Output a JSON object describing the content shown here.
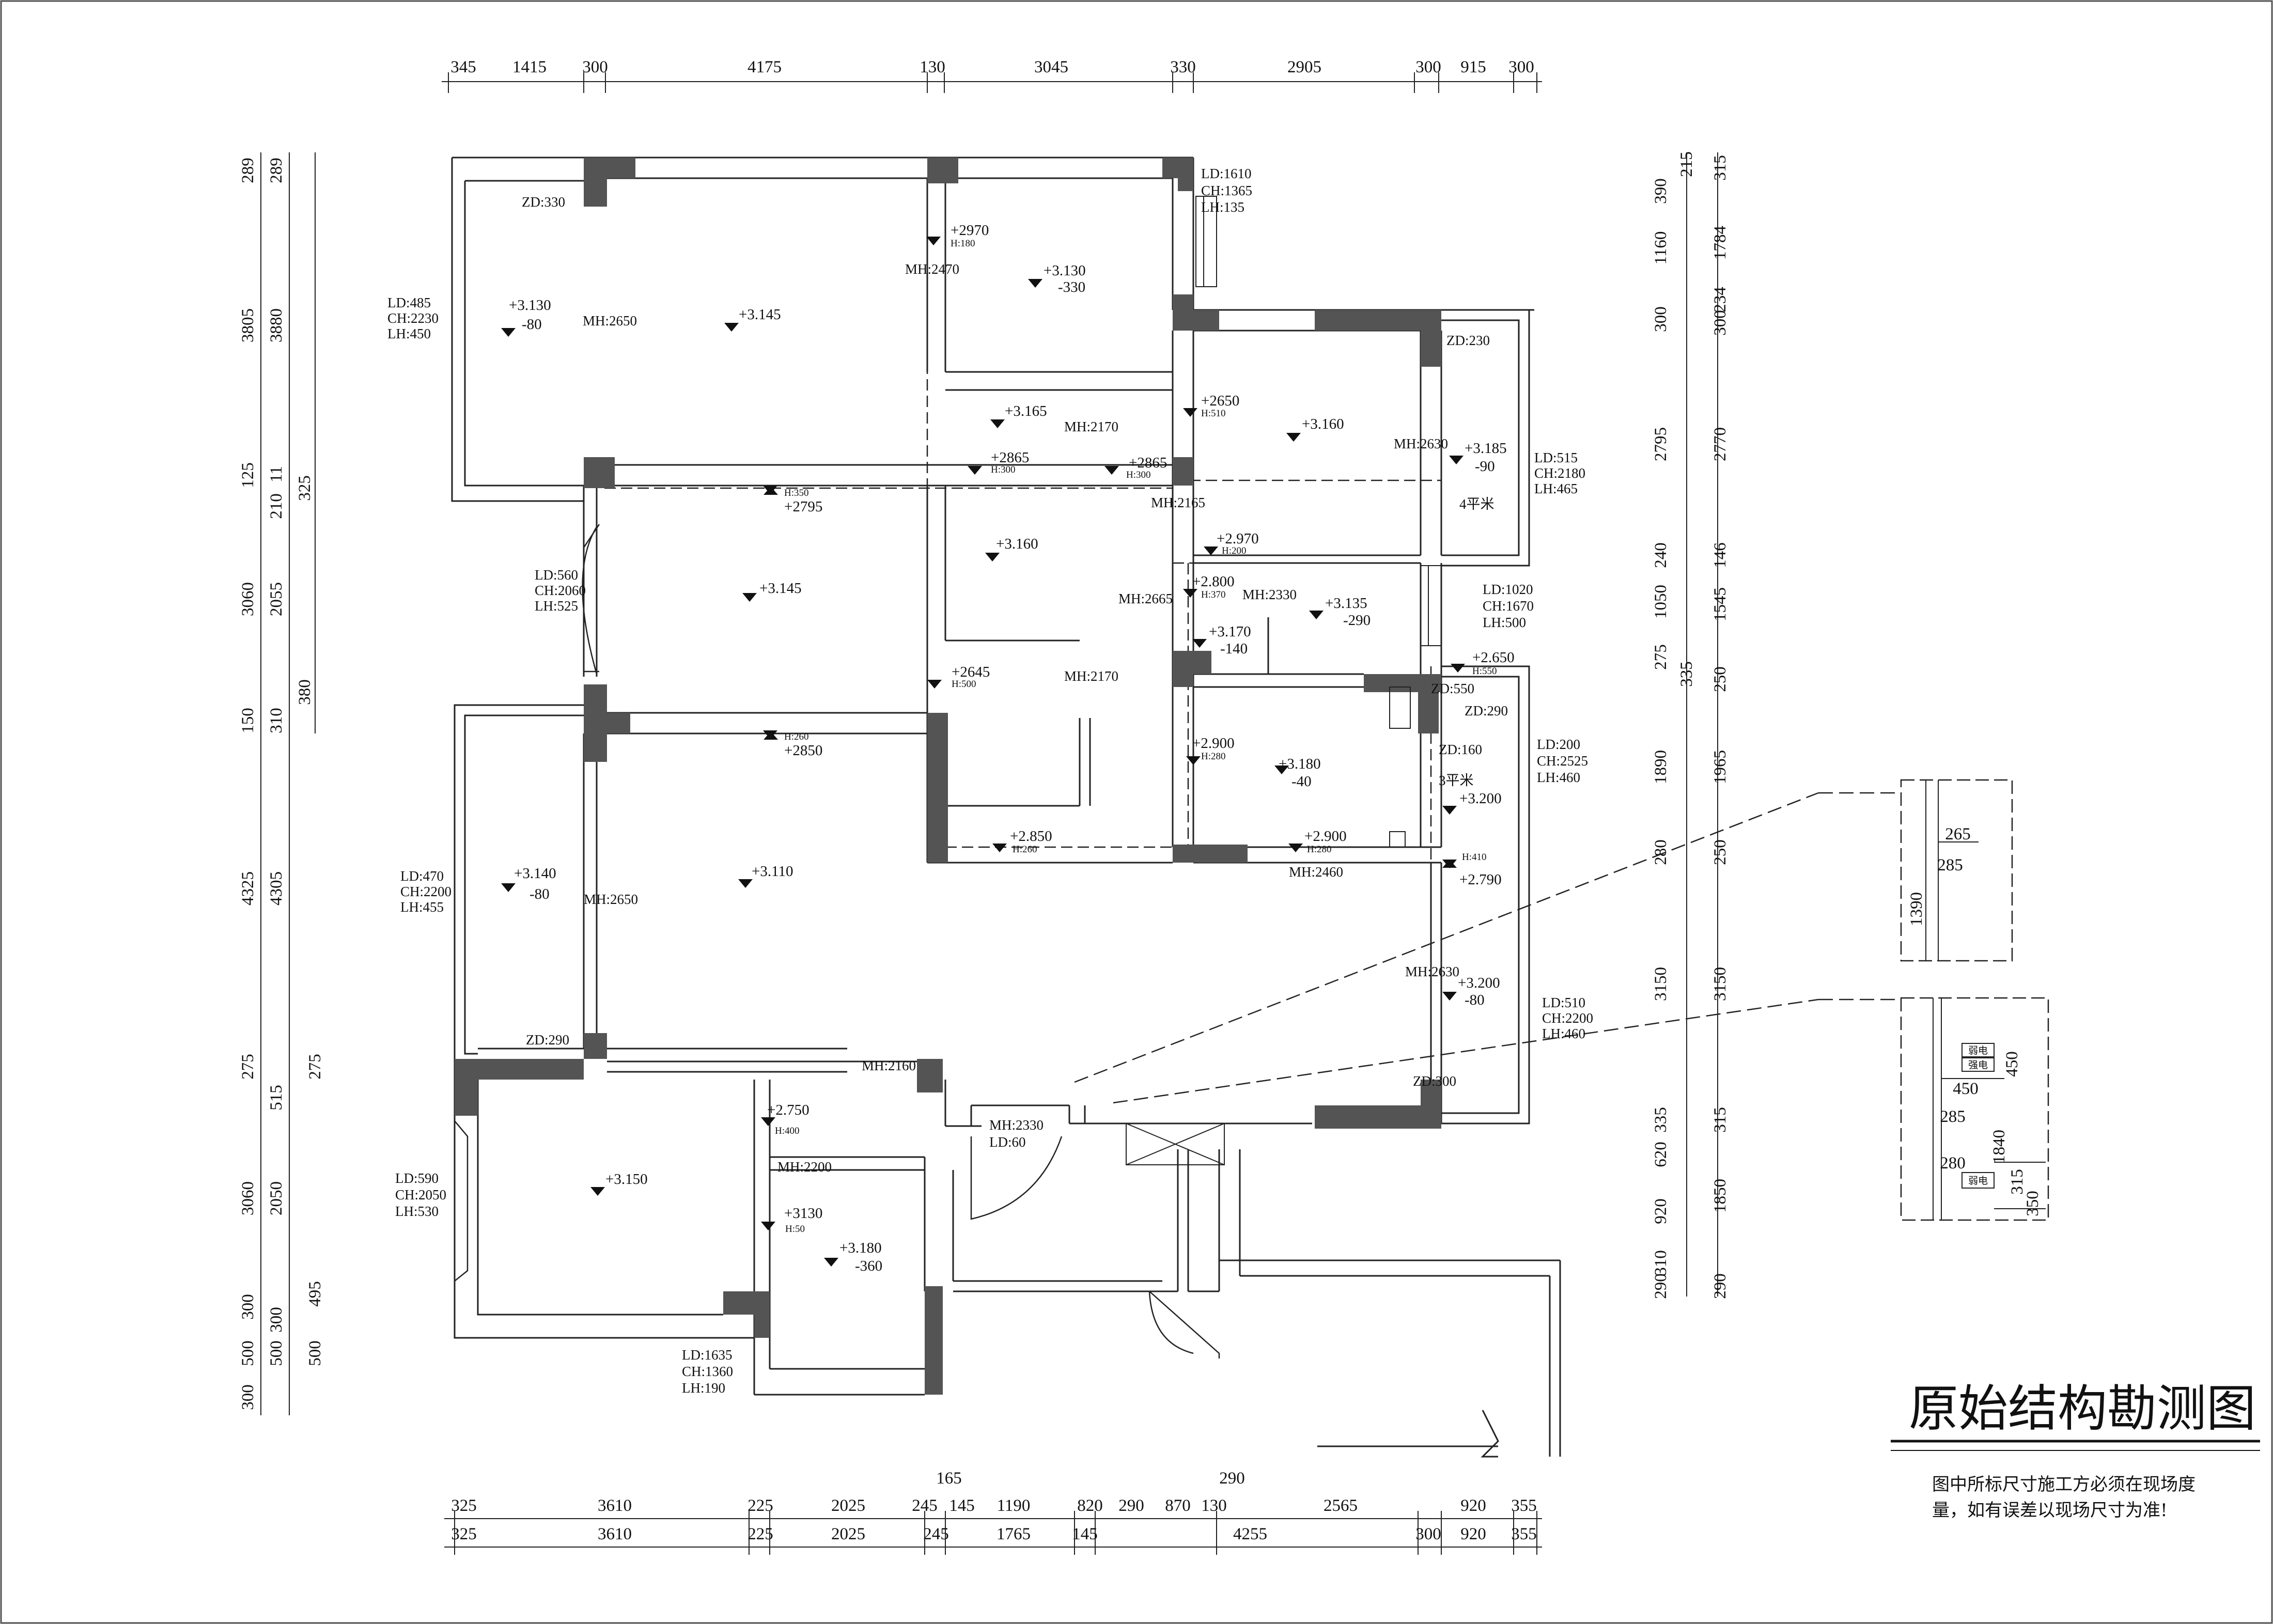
{
  "title": "原始结构勘测图",
  "note_lines": [
    "图中所标尺寸施工方必须在现场度",
    "量，如有误差以现场尺寸为准!"
  ],
  "dims": {
    "top": [
      "345",
      "1415",
      "300",
      "4175",
      "130",
      "3045",
      "330",
      "2905",
      "300",
      "915",
      "300"
    ],
    "bottom_inner": [
      "325",
      "3610",
      "225",
      "2025",
      "245",
      "145",
      "1190",
      "820",
      "290",
      "870",
      "130",
      "2565",
      "920",
      "355"
    ],
    "bottom_outer": [
      "325",
      "3610",
      "225",
      "2025",
      "245",
      "1765",
      "145",
      "4255",
      "300",
      "920",
      "355"
    ],
    "bottom_extra": [
      "165",
      "290"
    ],
    "left_outer": [
      "3805",
      "125",
      "3060",
      "150",
      "4325",
      "275",
      "3060",
      "300",
      "500",
      "300"
    ],
    "left_inner": [
      "289",
      "3880",
      "11",
      "210",
      "2055",
      "310",
      "4305",
      "515",
      "2050",
      "300",
      "500"
    ],
    "left_extra": [
      "289",
      "325",
      "380",
      "275",
      "495",
      "500"
    ],
    "right_inner": [
      "390",
      "1160",
      "300",
      "2795",
      "240",
      "1050",
      "275",
      "1890",
      "280",
      "3150",
      "335",
      "620",
      "920",
      "310",
      "290"
    ],
    "right_outer": [
      "315",
      "1784",
      "234",
      "300",
      "2770",
      "146",
      "1545",
      "250",
      "1965",
      "250",
      "3150",
      "315",
      "1850",
      "290"
    ],
    "right_first": [
      "215"
    ],
    "right_mid": [
      "335"
    ]
  },
  "room_labels": {
    "zd_330": "ZD:330",
    "mh_2650_a": "MH:2650",
    "lv_3145_a": "+3.145",
    "lv_3130_a": "+3.130",
    "lv_m80_a": "-80",
    "ld_485": "LD:485",
    "ch_2230": "CH:2230",
    "lh_450": "LH:450",
    "lv_2970_a": "+2970",
    "h_180": "H:180",
    "mh_2470": "MH:2470",
    "lv_3130_b": "+3.130",
    "lv_m330": "-330",
    "ld_1610": "LD:1610",
    "ch_1365": "CH:1365",
    "lh_135": "LH:135",
    "lv_3165": "+3.165",
    "mh_2170_a": "MH:2170",
    "lv_2865_a": "+2865",
    "h_300_a": "H:300",
    "lv_2865_b": "+2865",
    "h_300_b": "H:300",
    "lv_2650": "+2650",
    "h_510": "H:510",
    "lv_3160_a": "+3.160",
    "zd_230": "ZD:230",
    "mh_2630_a": "MH:2630",
    "lv_3185": "+3.185",
    "lv_m90": "-90",
    "ld_515": "LD:515",
    "ch_2180": "CH:2180",
    "lh_465": "LH:465",
    "area_4": "4平米",
    "h_350": "H:350",
    "lv_2795": "+2795",
    "mh_2165": "MH:2165",
    "lv_3160_b": "+3.160",
    "ld_560": "LD:560",
    "ch_2060": "CH:2060",
    "lh_525": "LH:525",
    "lv_3145_b": "+3.145",
    "lv_2970_b": "+2.970",
    "h_200_b": "H:200",
    "lv_2800": "+2.800",
    "h_370": "H:370",
    "mh_2330_a": "MH:2330",
    "mh_2665": "MH:2665",
    "lv_3135": "+3.135",
    "lv_m290": "-290",
    "ld_1020": "LD:1020",
    "ch_1670": "CH:1670",
    "lh_500_a": "LH:500",
    "lv_3170": "+3.170",
    "lv_m140": "-140",
    "lv_2645": "+2645",
    "h_500": "H:500",
    "mh_2170_b": "MH:2170",
    "lv_2650_b": "+2.650",
    "h_550": "H:550",
    "zd_550": "ZD:550",
    "zd_290_a": "ZD:290",
    "h_260_a": "H:260",
    "lv_2850_a": "+2850",
    "lv_2900_a": "+2.900",
    "h_280_a": "H:280",
    "lv_3180_a": "+3.180",
    "lv_m40": "-40",
    "zd_160": "ZD:160",
    "area_3": "3平米",
    "lv_3200_a": "+3.200",
    "ld_200": "LD:200",
    "ch_2525": "CH:2525",
    "lh_460_a": "LH:460",
    "lv_2850_b": "+2.850",
    "h_260_b": "H:260",
    "lv_2900_b": "+2.900",
    "h_280_b": "H:280",
    "mh_2460": "MH:2460",
    "h_410": "H:410",
    "lv_2790": "+2.790",
    "ld_470": "LD:470",
    "ch_2200_a": "CH:2200",
    "lh_455": "LH:455",
    "lv_3140": "+3.140",
    "lv_m80_b": "-80",
    "mh_2650_b": "MH:2650",
    "lv_3110": "+3.110",
    "mh_2630_b": "MH:2630",
    "lv_3200_b": "+3.200",
    "lv_m80_c": "-80",
    "ld_510": "LD:510",
    "ch_2200_b": "CH:2200",
    "lh_460_b": "LH:460",
    "zd_290_b": "ZD:290",
    "mh_2160": "MH:2160",
    "zd_300": "ZD:300",
    "lv_2750": "+2.750",
    "h_400": "H:400",
    "mh_2330_b": "MH:2330",
    "ld_60": "LD:60",
    "mh_2200": "MH:2200",
    "lv_3150": "+3.150",
    "ld_590": "LD:590",
    "ch_2050": "CH:2050",
    "lh_530": "LH:530",
    "lv_3130_c": "+3130",
    "h_50": "H:50",
    "lv_3180_b": "+3.180",
    "lv_m360": "-360",
    "ld_1635": "LD:1635",
    "ch_1360": "CH:1360",
    "lh_190": "LH:190"
  },
  "details": {
    "d1": [
      "265",
      "285",
      "1390"
    ],
    "d2": [
      "450",
      "450",
      "285",
      "1840",
      "280",
      "315",
      "350"
    ],
    "d2_boxes": [
      "弱电",
      "强电",
      "弱电"
    ]
  }
}
